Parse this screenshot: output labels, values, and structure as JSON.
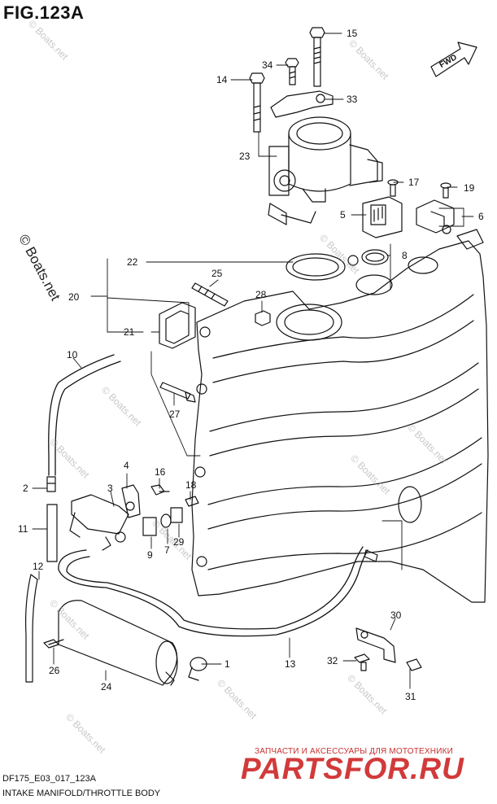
{
  "figure_title": "FIG.123A",
  "footer": {
    "code": "DF175_E03_017_123A",
    "title": "INTAKE MANIFOLD/THROTTLE BODY"
  },
  "arrow_label": "FWD",
  "watermark": {
    "small": "© Boats.net",
    "large": "© Boats.net"
  },
  "branding": {
    "tagline": "ЗАПЧАСТИ И АКСЕССУАРЫ ДЛЯ МОТОТЕХНИКИ",
    "logo": "PARTSFOR.RU"
  },
  "callouts": [
    {
      "id": "c15",
      "label": "15"
    },
    {
      "id": "c34",
      "label": "34"
    },
    {
      "id": "c14",
      "label": "14"
    },
    {
      "id": "c33",
      "label": "33"
    },
    {
      "id": "c23",
      "label": "23"
    },
    {
      "id": "c17",
      "label": "17"
    },
    {
      "id": "c19",
      "label": "19"
    },
    {
      "id": "c5",
      "label": "5"
    },
    {
      "id": "c6",
      "label": "6"
    },
    {
      "id": "c8",
      "label": "8"
    },
    {
      "id": "c22",
      "label": "22"
    },
    {
      "id": "c25",
      "label": "25"
    },
    {
      "id": "c20",
      "label": "20"
    },
    {
      "id": "c28",
      "label": "28"
    },
    {
      "id": "c21",
      "label": "21"
    },
    {
      "id": "c10",
      "label": "10"
    },
    {
      "id": "c27",
      "label": "27"
    },
    {
      "id": "c4",
      "label": "4"
    },
    {
      "id": "c16",
      "label": "16"
    },
    {
      "id": "c2",
      "label": "2"
    },
    {
      "id": "c3",
      "label": "3"
    },
    {
      "id": "c18",
      "label": "18"
    },
    {
      "id": "c11",
      "label": "11"
    },
    {
      "id": "c9",
      "label": "9"
    },
    {
      "id": "c7",
      "label": "7"
    },
    {
      "id": "c29",
      "label": "29"
    },
    {
      "id": "c12",
      "label": "12"
    },
    {
      "id": "c30",
      "label": "30"
    },
    {
      "id": "c1",
      "label": "1"
    },
    {
      "id": "c13",
      "label": "13"
    },
    {
      "id": "c32",
      "label": "32"
    },
    {
      "id": "c26",
      "label": "26"
    },
    {
      "id": "c24",
      "label": "24"
    },
    {
      "id": "c31",
      "label": "31"
    }
  ]
}
